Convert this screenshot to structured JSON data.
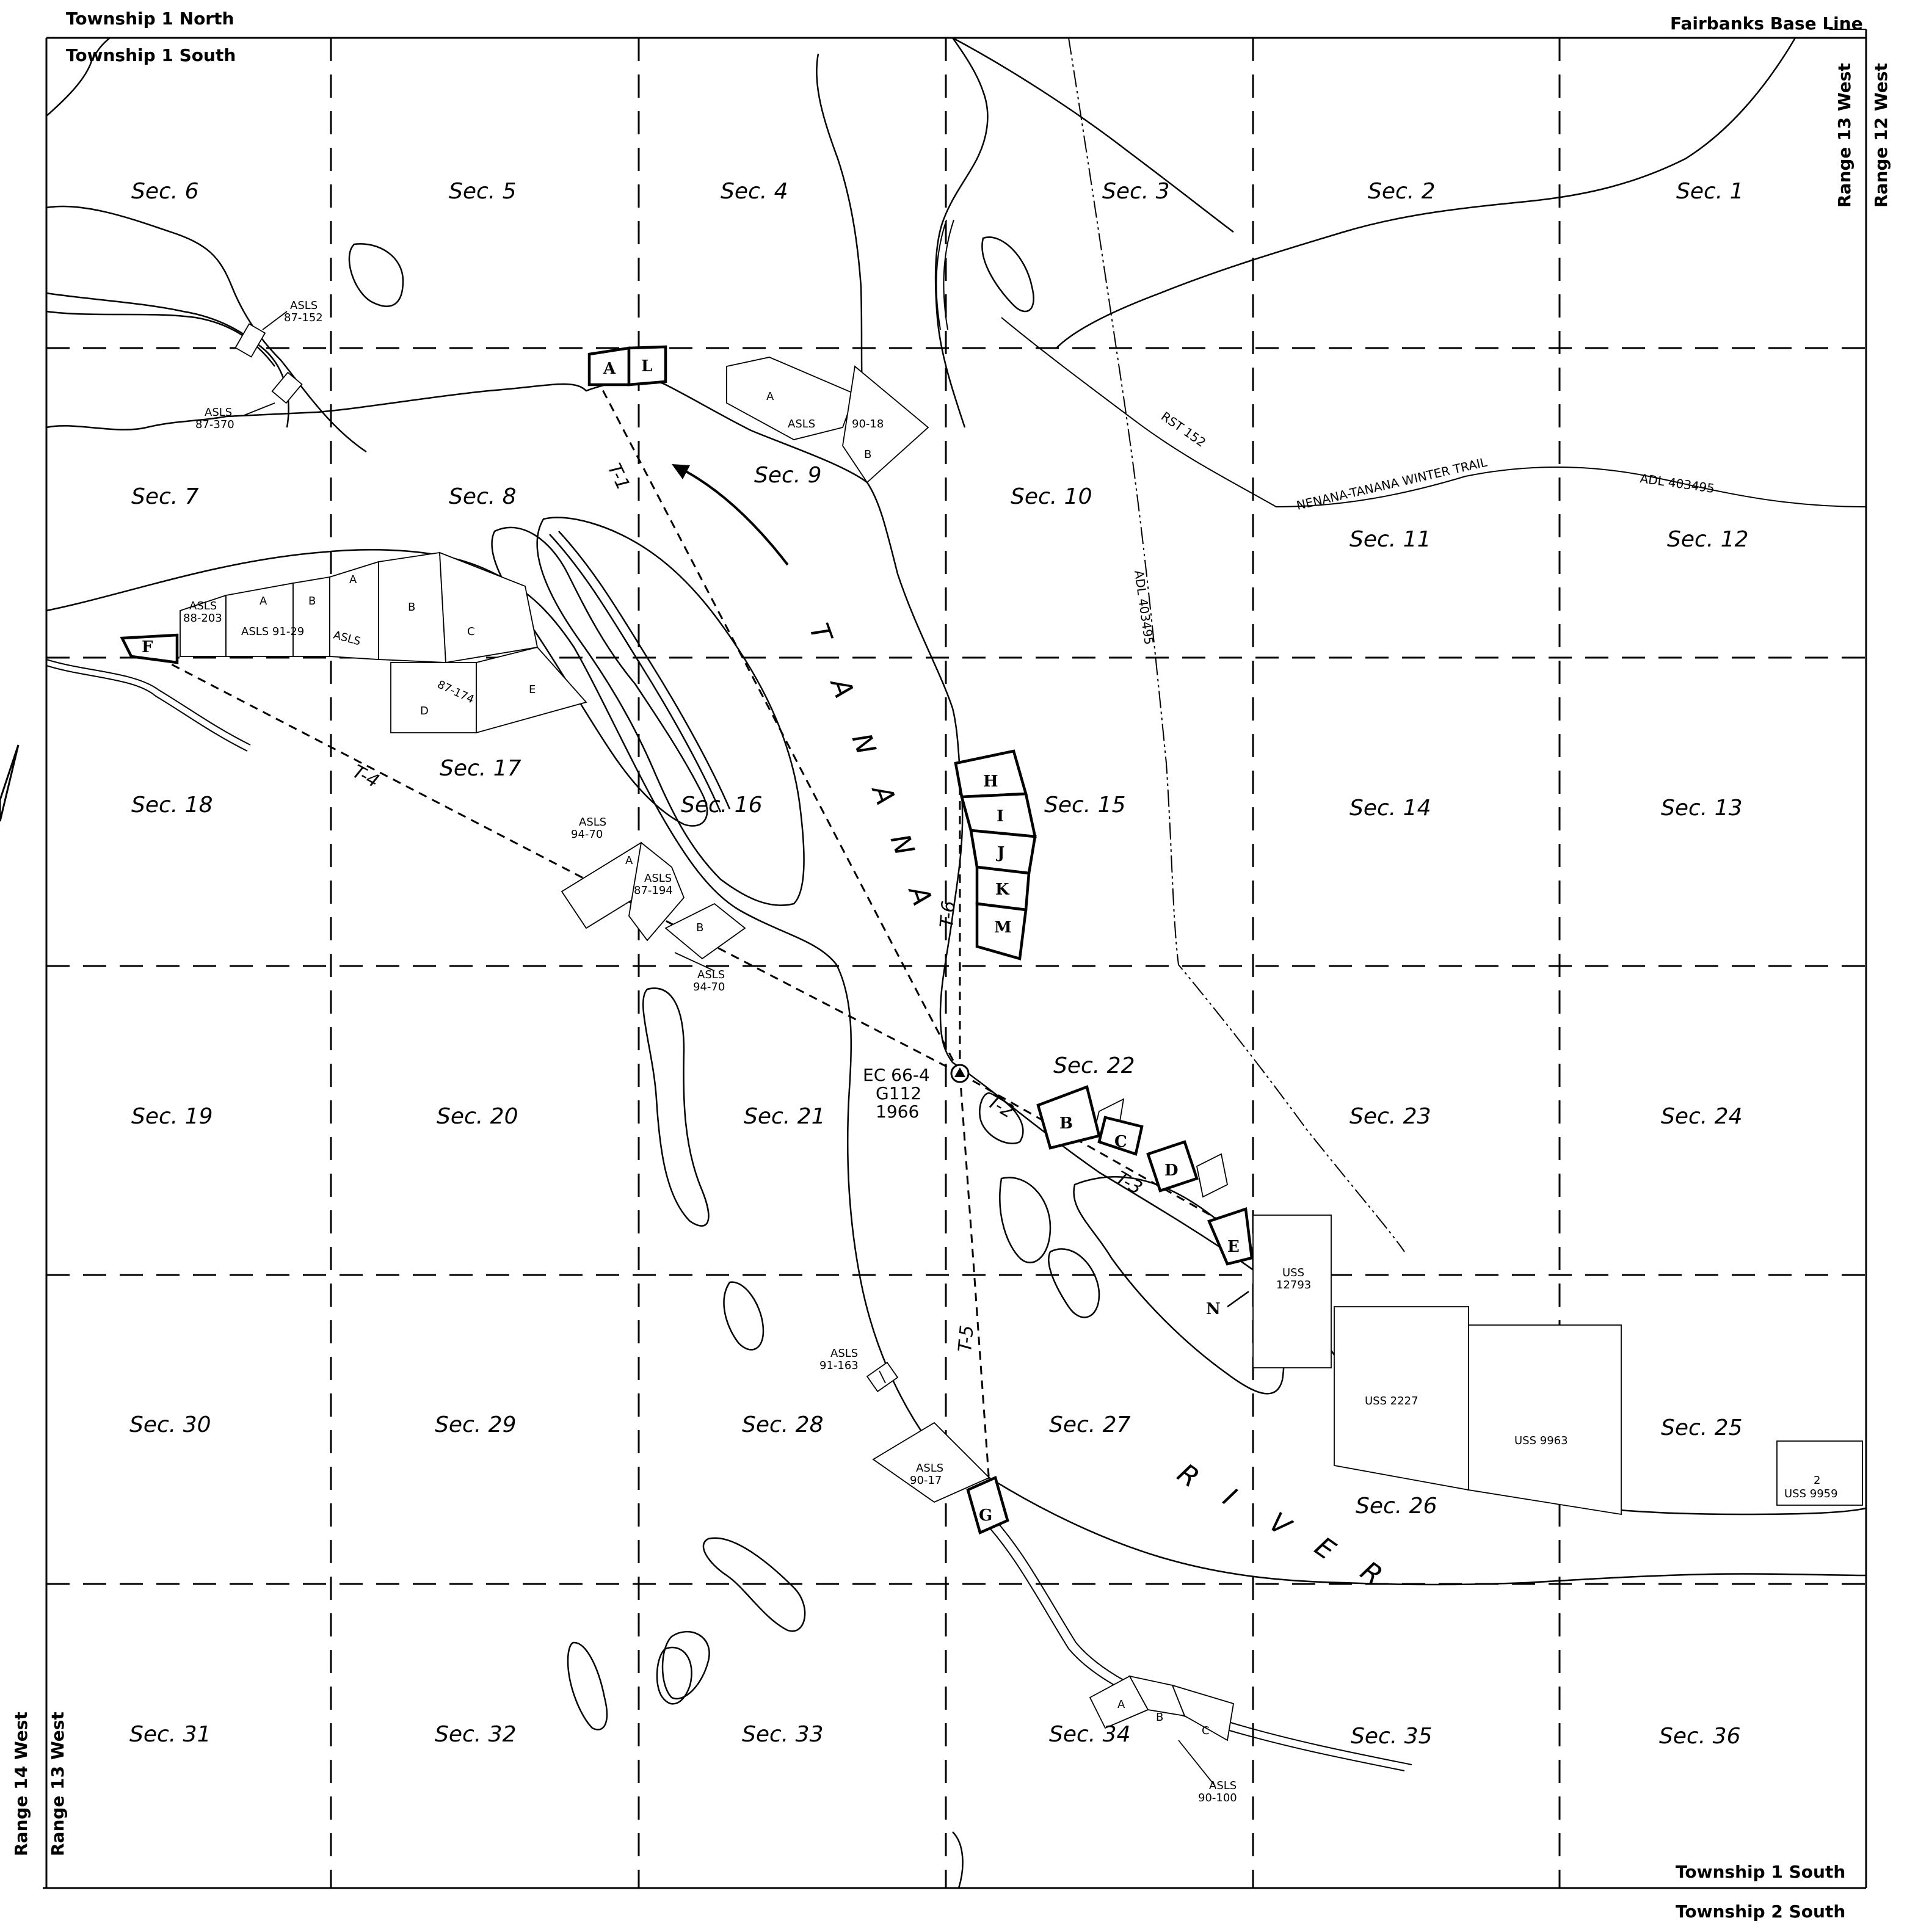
{
  "header": {
    "township_north": "Township 1 North",
    "township_south_top": "Township 1 South",
    "base_line": "Fairbanks Base Line",
    "range_13_right": "Range 13 West",
    "range_12_right": "Range 12 West",
    "range_14_left": "Range 14 West",
    "range_13_left": "Range 13 West",
    "township_south_bottom": "Township 1 South",
    "township_2_south": "Township 2 South"
  },
  "sections": [
    "Sec. 6",
    "Sec. 5",
    "Sec. 4",
    "Sec. 3",
    "Sec. 2",
    "Sec. 1",
    "Sec. 7",
    "Sec. 8",
    "Sec. 9",
    "Sec. 10",
    "Sec. 11",
    "Sec. 12",
    "Sec. 18",
    "Sec. 17",
    "Sec. 16",
    "Sec. 15",
    "Sec. 14",
    "Sec. 13",
    "Sec. 19",
    "Sec. 20",
    "Sec. 21",
    "Sec. 22",
    "Sec. 23",
    "Sec. 24",
    "Sec. 30",
    "Sec. 29",
    "Sec. 28",
    "Sec. 27",
    "Sec. 26",
    "Sec. 25",
    "Sec. 31",
    "Sec. 32",
    "Sec. 33",
    "Sec. 34",
    "Sec. 35",
    "Sec. 36"
  ],
  "river": {
    "tanana_letters": [
      "T",
      "A",
      "N",
      "A",
      "N",
      "A"
    ],
    "river_letters": [
      "R",
      "I",
      "V",
      "E",
      "R"
    ]
  },
  "trails": {
    "rst": "RST 152",
    "winter_trail": "NENANA-TANANA WINTER TRAIL",
    "adl_east": "ADL 403495",
    "adl_vertical": "ADL 403495"
  },
  "survey_point": {
    "line1": "EC 66-4",
    "line2": "G112",
    "line3": "1966"
  },
  "transects": [
    "T-1",
    "T-2",
    "T-3",
    "T-4",
    "T-5",
    "T-6"
  ],
  "lots": [
    "A",
    "L",
    "F",
    "H",
    "I",
    "J",
    "K",
    "M",
    "B",
    "C",
    "D",
    "E",
    "N",
    "G"
  ],
  "parcels": {
    "asls_87_152": [
      "ASLS",
      "87-152"
    ],
    "asls_87_370": [
      "ASLS",
      "87-370"
    ],
    "asls_90_18": {
      "a": "A",
      "asls": "ASLS",
      "num": "90-18",
      "b": "B"
    },
    "asls_88_203": [
      "ASLS",
      "88-203"
    ],
    "asls_91_29": {
      "a": "A",
      "label": "ASLS 91-29",
      "b": "B"
    },
    "asls_87_174": {
      "a": "A",
      "asls": "ASLS",
      "b": "B",
      "c": "C",
      "d": "D",
      "e": "E",
      "num": "87-174"
    },
    "asls_94_70_top": [
      "ASLS",
      "94-70"
    ],
    "asls_87_194": {
      "a": "A",
      "asls": "ASLS",
      "num": "87-194",
      "b": "B"
    },
    "asls_94_70_bottom": [
      "ASLS",
      "94-70"
    ],
    "asls_91_163": [
      "ASLS",
      "91-163"
    ],
    "asls_90_17": [
      "ASLS",
      "90-17"
    ],
    "asls_90_100": {
      "a": "A",
      "b": "B",
      "c": "C",
      "asls": "ASLS",
      "num": "90-100"
    },
    "uss_12793": [
      "USS",
      "12793"
    ],
    "uss_2227": "USS 2227",
    "uss_9963": "USS 9963",
    "uss_9959": [
      "2",
      "USS 9959"
    ]
  }
}
